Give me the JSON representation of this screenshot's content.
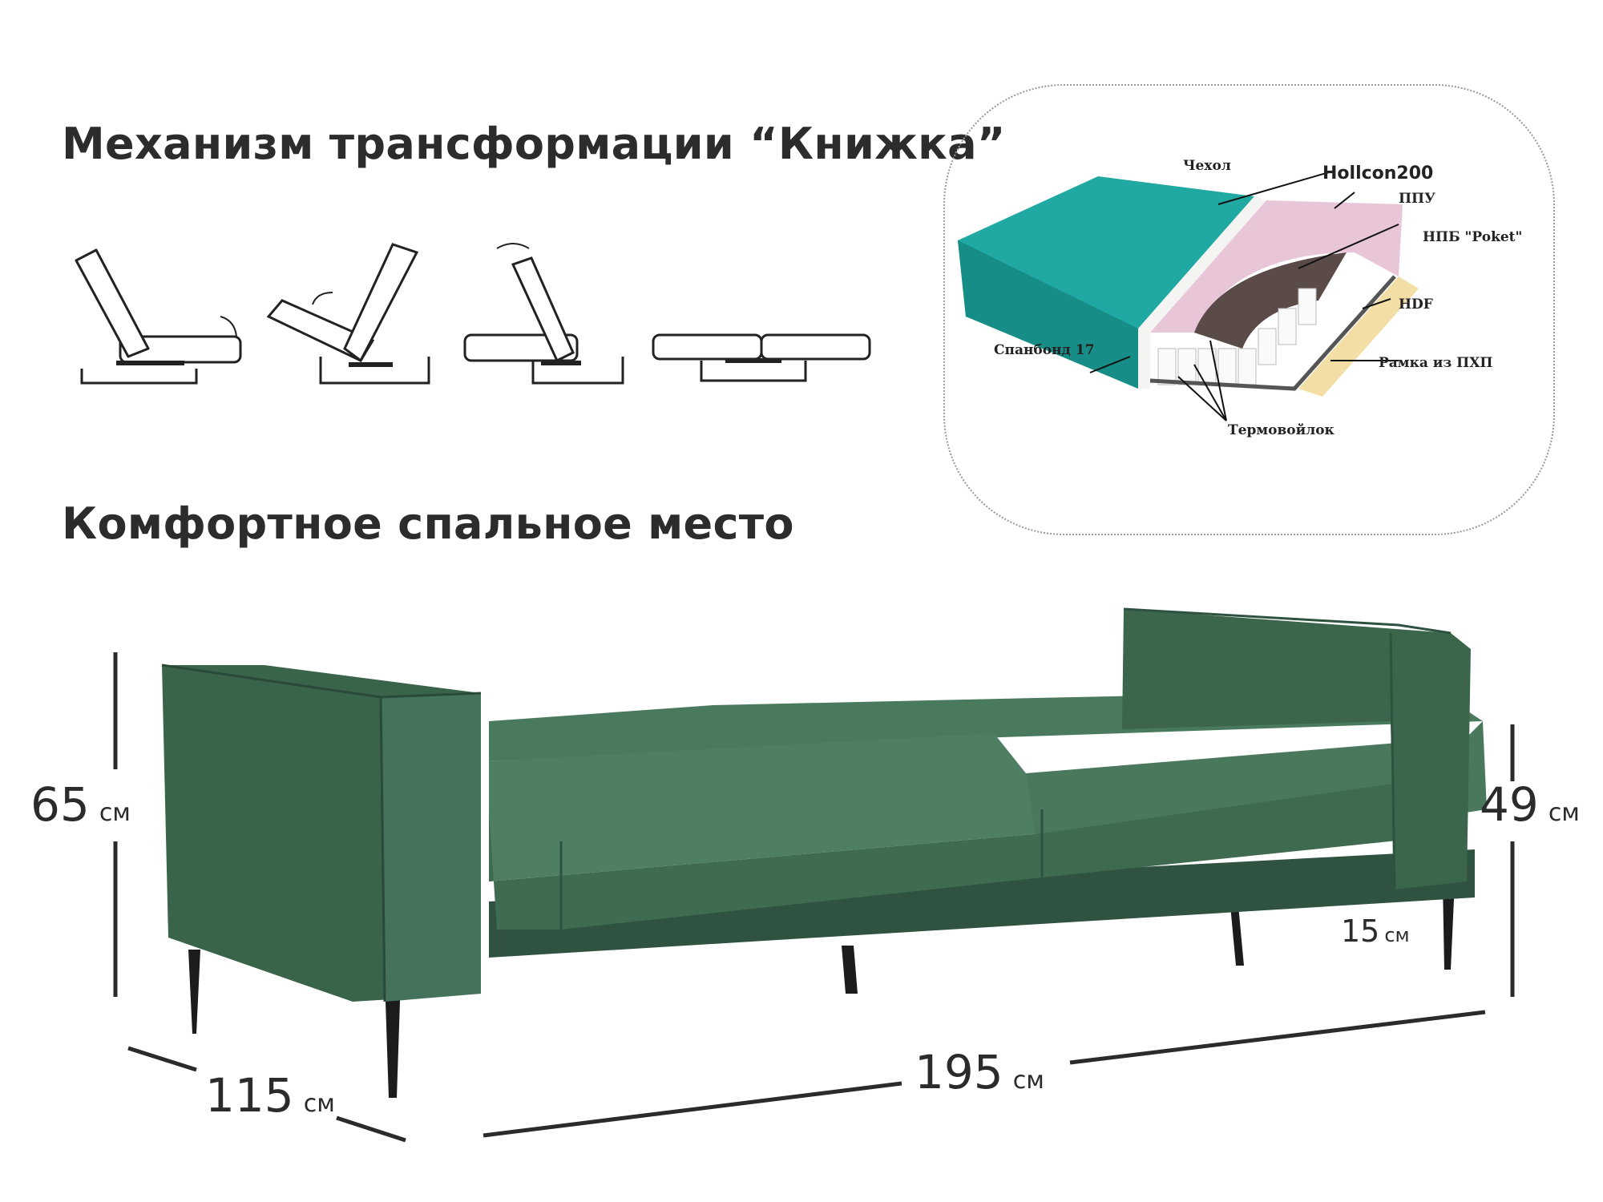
{
  "headings": {
    "mechanism": "Механизм трансформации “Книжка”",
    "sleeping_place": "Комфортное спальное место"
  },
  "mattress_layers": {
    "cover": "Чехол",
    "hollcon": "Hollcon200",
    "ppu": "ППУ",
    "springs": "НПБ \"Poket\"",
    "hdf": "HDF",
    "spunbond": "Спанбонд 17",
    "frame": "Рамка из ПХП",
    "thermofelt": "Термовойлок"
  },
  "dimensions": {
    "height_back": {
      "value": "65",
      "unit": "см"
    },
    "height_seat": {
      "value": "49",
      "unit": "см"
    },
    "leg_height": {
      "value": "15",
      "unit": "см"
    },
    "length": {
      "value": "195",
      "unit": "см"
    },
    "depth": {
      "value": "115",
      "unit": "см"
    }
  },
  "colors": {
    "sofa": "#3f6b50",
    "mattress_cover": "#1fa9a2",
    "ppu": "#e8c6d8",
    "hdf": "#f3dfa6"
  }
}
